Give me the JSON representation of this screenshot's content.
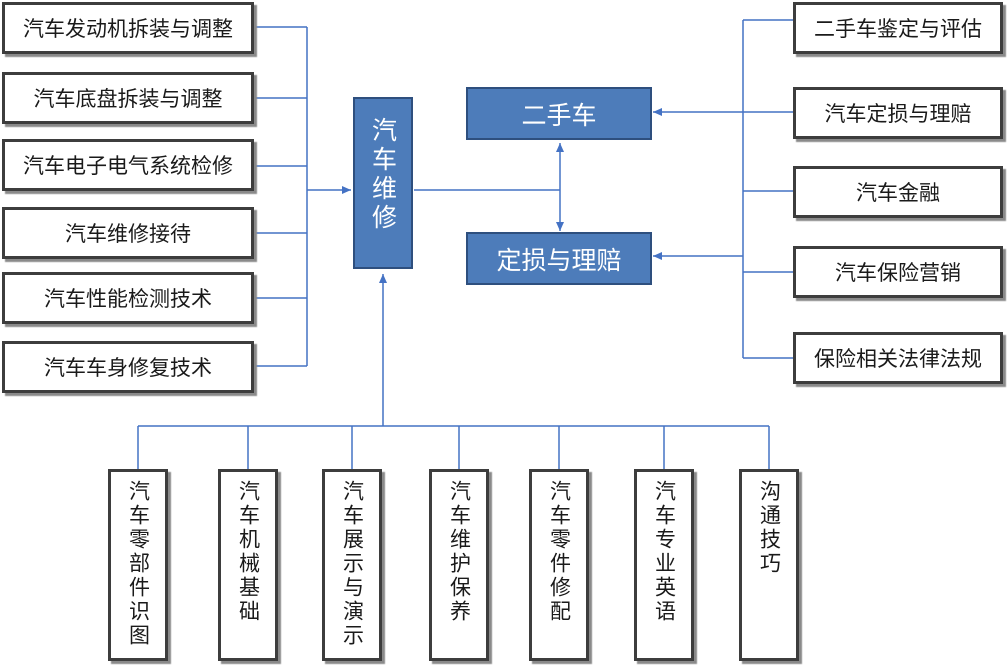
{
  "center": {
    "label": "汽车维修"
  },
  "used_car": {
    "label": "二手车"
  },
  "claims": {
    "label": "定损与理赔"
  },
  "left_items": [
    "汽车发动机拆装与调整",
    "汽车底盘拆装与调整",
    "汽车电子电气系统检修",
    "汽车维修接待",
    "汽车性能检测技术",
    "汽车车身修复技术"
  ],
  "right_items": [
    "二手车鉴定与评估",
    "汽车定损与理赔",
    "汽车金融",
    "汽车保险营销",
    "保险相关法律法规"
  ],
  "bottom_items": [
    "汽车零部件识图",
    "汽车机械基础",
    "汽车展示与演示",
    "汽车维护保养",
    "汽车零件修配",
    "汽车专业英语",
    "沟通技巧"
  ],
  "colors": {
    "node_fill": "#4d7cba",
    "connector": "#4472c4",
    "box_border": "#3d3d3d"
  }
}
